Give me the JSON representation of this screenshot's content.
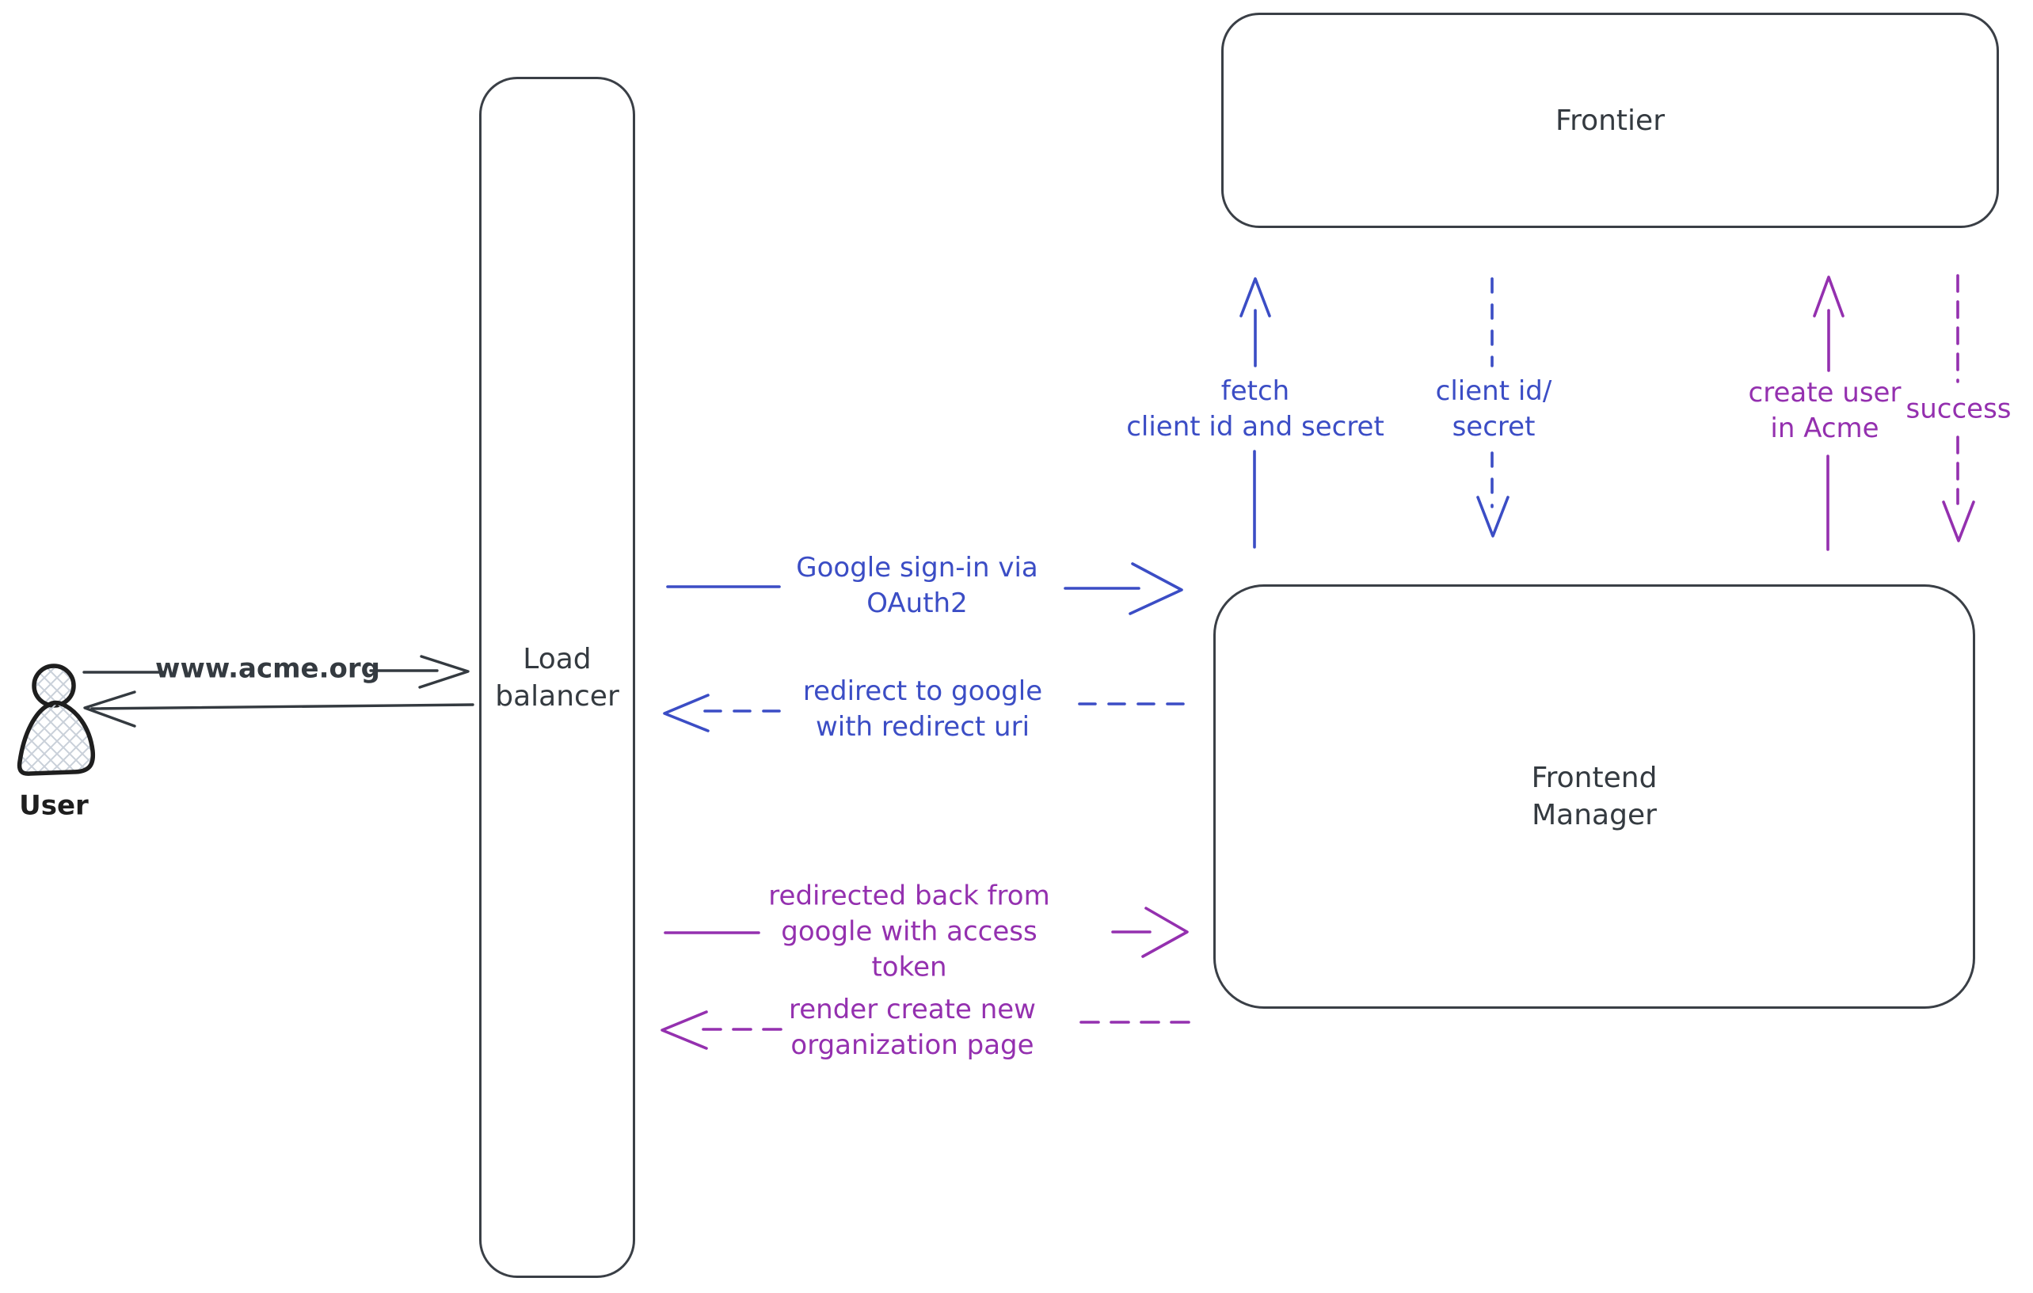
{
  "canvas": {
    "background": "#ffffff"
  },
  "palette": {
    "ink": "#1e1e1e",
    "dark": "#343a40",
    "blue": "#3b4dc5",
    "purple": "#9430af",
    "hatch_fill": "#c9d0d9"
  },
  "nodes": {
    "user": {
      "label": "User",
      "icon": "person-silhouette"
    },
    "load_balancer": {
      "lines": [
        "Load",
        "balancer"
      ]
    },
    "frontier": {
      "label": "Frontier"
    },
    "frontend_manager": {
      "lines": [
        "Frontend",
        "Manager"
      ]
    }
  },
  "flows": {
    "www_acme": {
      "label": "www.acme.org",
      "style": "solid",
      "color": "dark"
    },
    "return_to_user": {
      "label": "",
      "style": "solid",
      "color": "dark"
    },
    "google_signin": {
      "lines": [
        "Google sign-in via",
        "OAuth2"
      ],
      "style": "solid",
      "color": "blue"
    },
    "redirect_google": {
      "lines": [
        "redirect to google",
        "with redirect uri"
      ],
      "style": "dashed",
      "color": "blue"
    },
    "fetch_client": {
      "lines": [
        "fetch",
        "client id and secret"
      ],
      "style": "solid",
      "color": "blue"
    },
    "client_id_secret": {
      "lines": [
        "client id/",
        "secret"
      ],
      "style": "dashed",
      "color": "blue"
    },
    "create_user": {
      "lines": [
        "create user",
        "in Acme"
      ],
      "style": "solid",
      "color": "purple"
    },
    "success": {
      "label": "success",
      "style": "dashed",
      "color": "purple"
    },
    "redirected_back": {
      "lines": [
        "redirected back from",
        "google with access",
        "token"
      ],
      "style": "solid",
      "color": "purple"
    },
    "render_org_page": {
      "lines": [
        "render create new",
        "organization page"
      ],
      "style": "dashed",
      "color": "purple"
    }
  }
}
